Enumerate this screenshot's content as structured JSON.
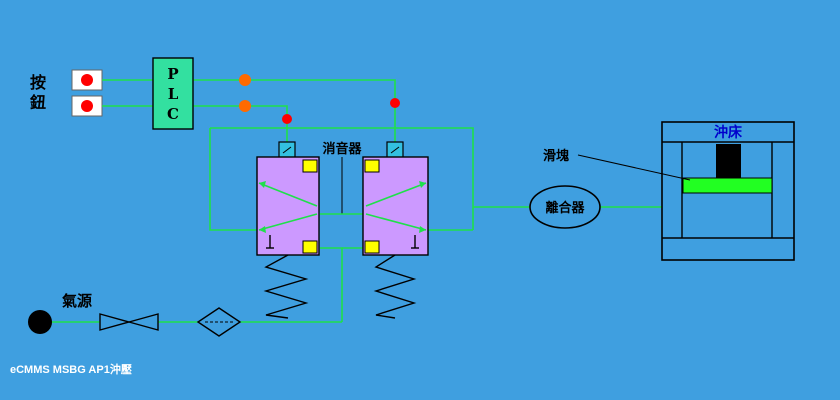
{
  "labels": {
    "button": "按\n鈕",
    "plc": "PLC",
    "muffler": "消音器",
    "clutch": "離合器",
    "press": "沖床",
    "slider": "滑塊",
    "air_source": "氣源",
    "footer": "eCMMS MSBG AP1沖壓"
  },
  "colors": {
    "background": "#3f9fe0",
    "wire": "#1fe04a",
    "valve_body": "#cc99ff",
    "plc_box": "#33e0a0",
    "port": "#ffff00",
    "solenoid": "#33c0e0",
    "signal_orange": "#ff6a00",
    "signal_red": "#ff0000",
    "slider_bar": "#22ff22"
  }
}
